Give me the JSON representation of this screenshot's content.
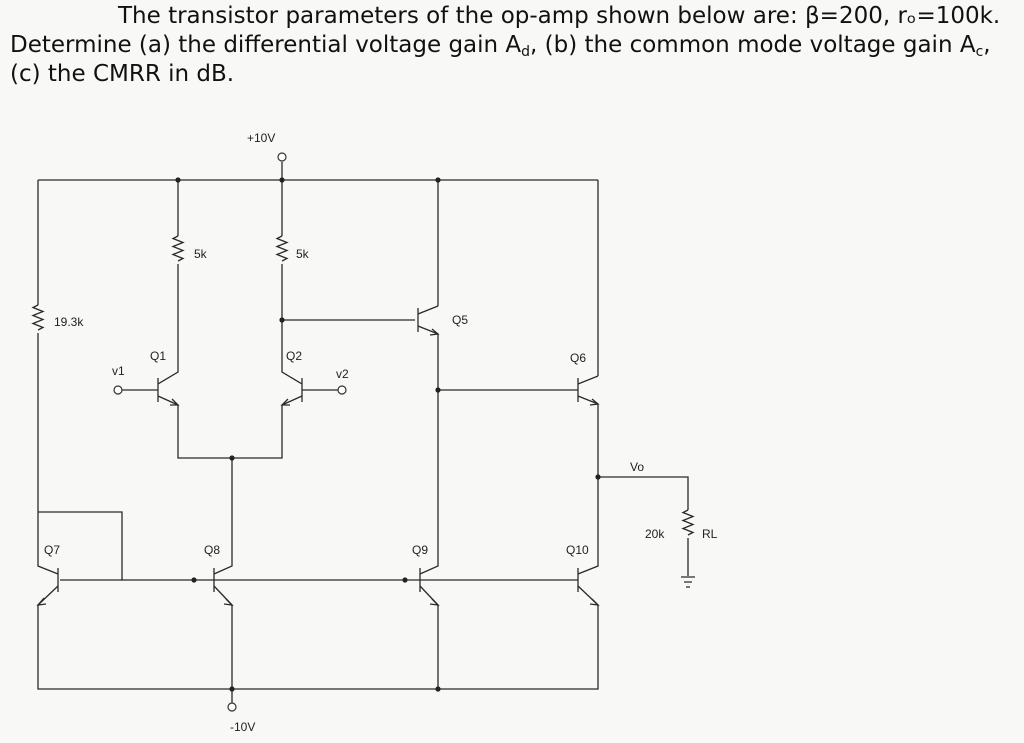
{
  "question": {
    "line1": "The transistor parameters of the op-amp shown below are: β=200, rₒ=100k.",
    "line2_pre": "Determine (a) the differential voltage gain A",
    "line2_sub1": "d",
    "line2_mid": ", (b) the common mode voltage gain A",
    "line2_sub2": "c",
    "line2_post": ",",
    "line3": "(c) the CMRR in dB."
  },
  "circuit": {
    "supply_pos": "+10V",
    "supply_neg": "-10V",
    "resistors": {
      "r_bias": "19.3k",
      "rc1": "5k",
      "rc2": "5k",
      "r_load_value": "20k",
      "r_load_name": "RL"
    },
    "inputs": {
      "v1": "v1",
      "v2": "v2"
    },
    "output": "Vo",
    "transistors": {
      "q1": "Q1",
      "q2": "Q2",
      "q5": "Q5",
      "q6": "Q6",
      "q7": "Q7",
      "q8": "Q8",
      "q9": "Q9",
      "q10": "Q10"
    }
  }
}
